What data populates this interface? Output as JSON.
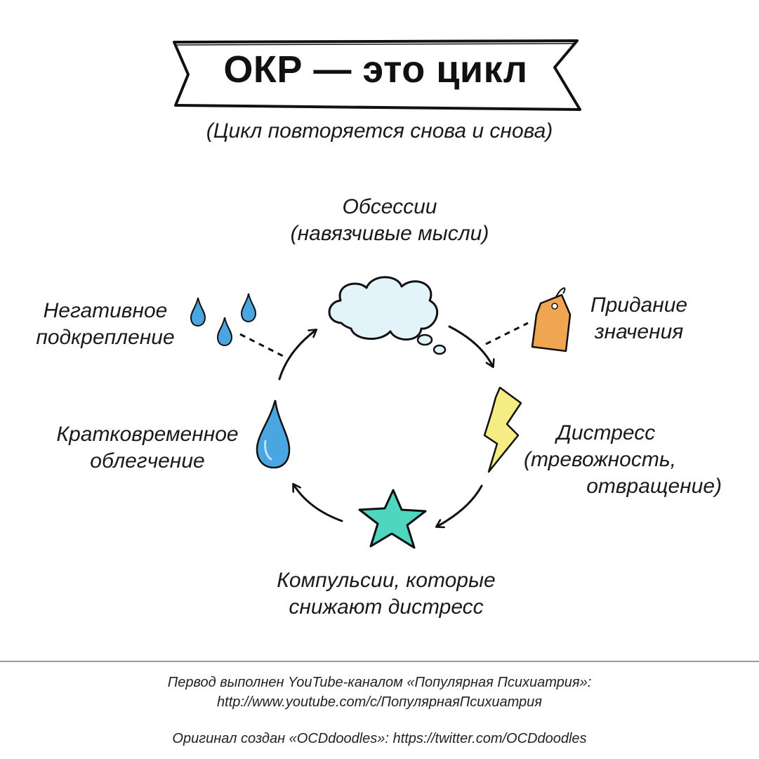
{
  "title": "ОКР — это цикл",
  "subtitle": "(Цикл повторяется снова и снова)",
  "stages": {
    "obsessions": {
      "line1": "Обсессии",
      "line2": "(навязчивые мысли)",
      "icon": "cloud-icon"
    },
    "meaning": {
      "line1": "Придание",
      "line2": "значения",
      "icon": "tag-icon"
    },
    "distress": {
      "line1": "Дистресс",
      "line2": "(тревожность,",
      "line3": "отвращение)",
      "icon": "lightning-icon"
    },
    "compulsions": {
      "line1": "Компульсии, которые",
      "line2": "снижают дистресс",
      "icon": "star-icon"
    },
    "relief": {
      "line1": "Кратковременное",
      "line2": "облегчение",
      "icon": "water-drop-icon"
    },
    "reinforcement": {
      "line1": "Негативное",
      "line2": "подкрепление",
      "icon": "water-drops-icon"
    }
  },
  "footer": {
    "line1": "Первод выполнен YouTube-каналом «Популярная Психиатрия»:",
    "line2": "http://www.youtube.com/c/ПопулярнаяПсихиатрия",
    "line3": "Оригинал создан «OCDdoodles»: https://twitter.com/OCDdoodles"
  },
  "colors": {
    "cloud": "#e3f3fa",
    "tag": "#f0a650",
    "lightning": "#f6ec84",
    "star": "#4fd6bf",
    "drop": "#4aa6e0"
  }
}
